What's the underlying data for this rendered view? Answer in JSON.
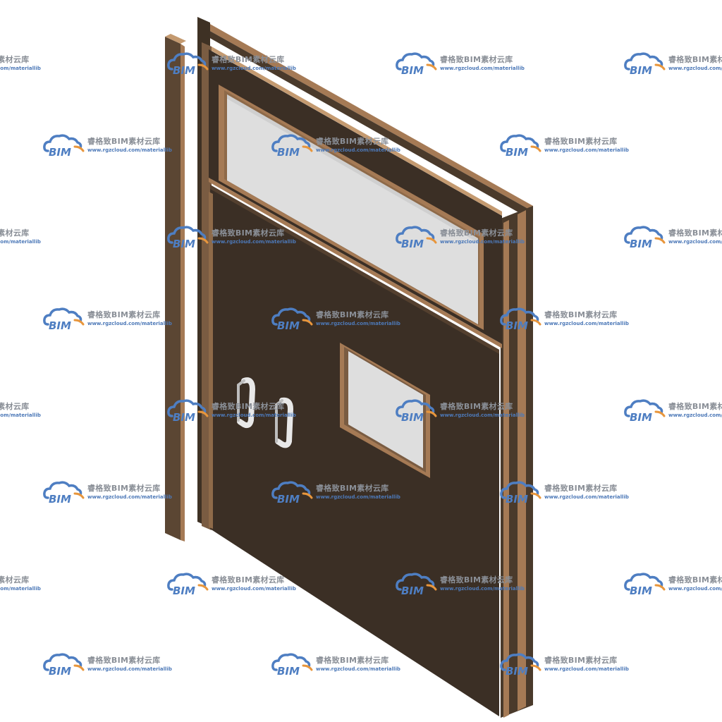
{
  "watermark": {
    "logo_text": "BIM",
    "name": "睿格致BIM素材云库",
    "url": "www.rgzcloud.com/materiallib",
    "logo_color": "#4e7ec2",
    "accent_color": "#e8963c",
    "text_color": "#8a8f97"
  },
  "colors": {
    "door_leaf": "#3b2f25",
    "frame_wood": "#a57a55",
    "frame_edge": "#c49a70",
    "glass": "#dedede",
    "handle": "#e4e4e4",
    "background": "#ffffff"
  },
  "icons": {
    "logo": "cloud-logo-icon",
    "handle": "door-handle-icon"
  }
}
